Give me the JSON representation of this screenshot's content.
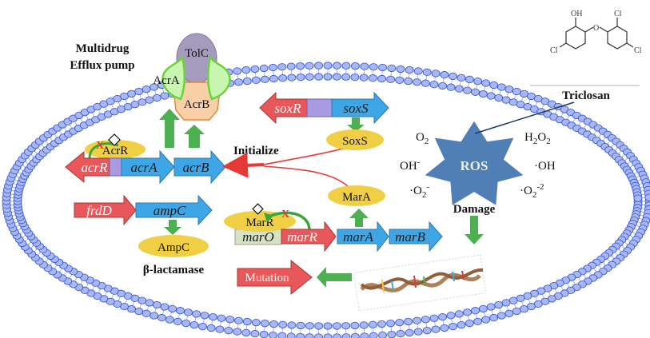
{
  "colors": {
    "membrane_fill": "#a9b8f3",
    "membrane_stroke": "#3b5bdb",
    "gene_red": "#e8585a",
    "gene_blue": "#3fa6e6",
    "promoter_purple": "#a99be0",
    "protein_yellow": "#f0cf45",
    "arrow_green": "#4caf50",
    "inhibit_red": "#e53935",
    "ros_star": "#4f7fb5",
    "tolc": "#a59bbd",
    "acra": "#c8f5b0",
    "acrb": "#f9cfa7",
    "maro_box": "#d6e3c2"
  },
  "pump": {
    "title_line1": "Multidrug",
    "title_line2": "Efflux pump",
    "tolc": "TolC",
    "acra": "AcrA",
    "acrb": "AcrB"
  },
  "acr_operon": {
    "repressor": "AcrR",
    "genes": [
      "acrR",
      "acrA",
      "acrB"
    ]
  },
  "sox_operon": {
    "genes": [
      "soxR",
      "soxS"
    ],
    "protein": "SoxS"
  },
  "initialize_label": "Initialize",
  "amp_operon": {
    "genes": [
      "frdD",
      "ampC"
    ],
    "protein": "AmpC",
    "function": "β-lactamase"
  },
  "mar_operon": {
    "repressor": "MarR",
    "operator": "marO",
    "genes": [
      "marR",
      "marA",
      "marB"
    ],
    "protein": "MarA"
  },
  "ros": {
    "label": "ROS",
    "species": [
      {
        "name": "O2",
        "base": "O",
        "sub": "2",
        "sup": ""
      },
      {
        "name": "H2O2",
        "base": "H",
        "sub": "2",
        "mid": "O",
        "sub2": "2",
        "sup": ""
      },
      {
        "name": "OH-",
        "base": "OH",
        "sup": "-"
      },
      {
        "name": ".OH",
        "base": "·OH",
        "sup": ""
      },
      {
        "name": ".O2-",
        "base": "·O",
        "sub": "2",
        "sup": "-"
      },
      {
        "name": ".O2-2",
        "base": "·O",
        "sub": "2",
        "sup": "-2"
      }
    ],
    "damage_label": "Damage"
  },
  "triclosan": {
    "label": "Triclosan",
    "atoms": {
      "oh": "OH",
      "o": "O",
      "cl": "Cl"
    }
  },
  "mutation_label": "Mutation"
}
